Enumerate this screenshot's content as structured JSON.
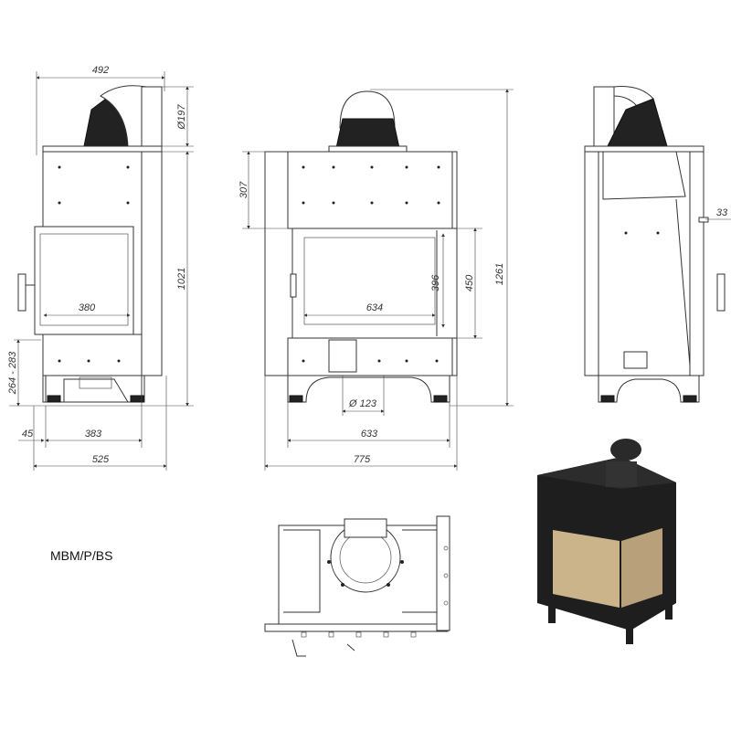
{
  "title": "MBM/P/BS",
  "side_view_left": {
    "width_top": "492",
    "flue_diameter": "Ø197",
    "height": "1021",
    "door_width": "380",
    "leg_height": "264 - 283",
    "offset": "45",
    "base_width": "383",
    "total_depth": "525"
  },
  "front_view": {
    "top_panel": "307",
    "door_width": "634",
    "door_glass_height": "396",
    "door_height": "450",
    "total_height": "1261",
    "air_inlet": "Ø 123",
    "base_width": "633",
    "total_width": "775"
  },
  "side_view_right": {
    "offset": "33"
  },
  "colors": {
    "line": "#333333",
    "render_body": "#1e1e1e",
    "render_glass": "#cbb48a"
  }
}
